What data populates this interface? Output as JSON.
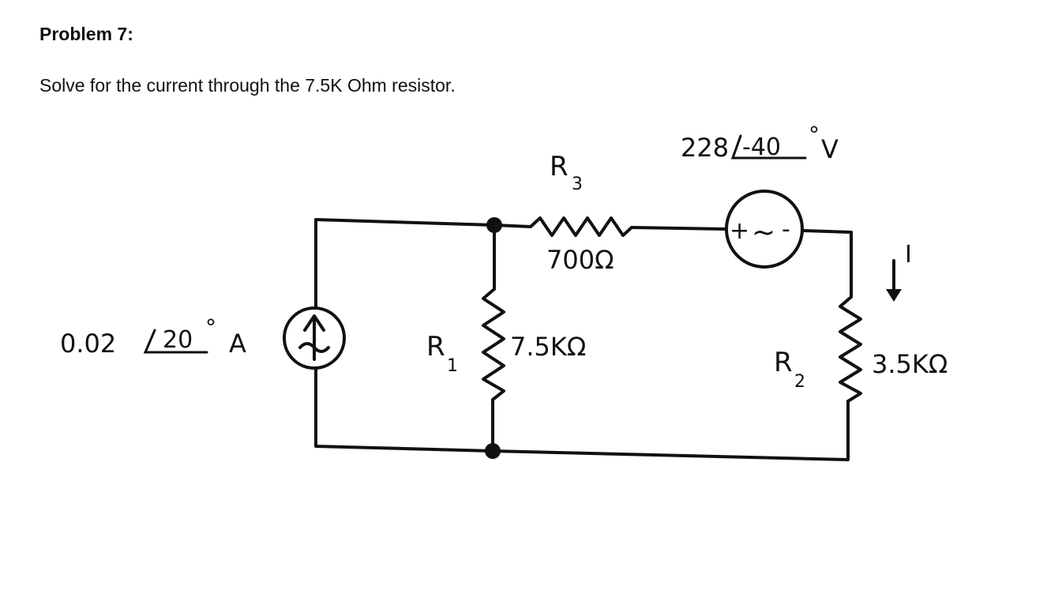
{
  "problem": {
    "title": "Problem 7:",
    "prompt": "Solve for the current through the 7.5K Ohm resistor."
  },
  "circuit": {
    "current_source": {
      "magnitude": "0.02",
      "angle": "20",
      "degree_mark": "°",
      "unit": "A"
    },
    "voltage_source": {
      "magnitude": "228",
      "angle": "-40",
      "degree_mark": "°",
      "unit": "V",
      "plus": "+",
      "symbol": "~",
      "minus": "-"
    },
    "R1": {
      "name": "R",
      "sub": "1",
      "value": "7.5KΩ"
    },
    "R2": {
      "name": "R",
      "sub": "2",
      "value": "3.5KΩ"
    },
    "R3": {
      "name": "R",
      "sub": "3",
      "value": "700Ω"
    },
    "current_label": "I"
  }
}
